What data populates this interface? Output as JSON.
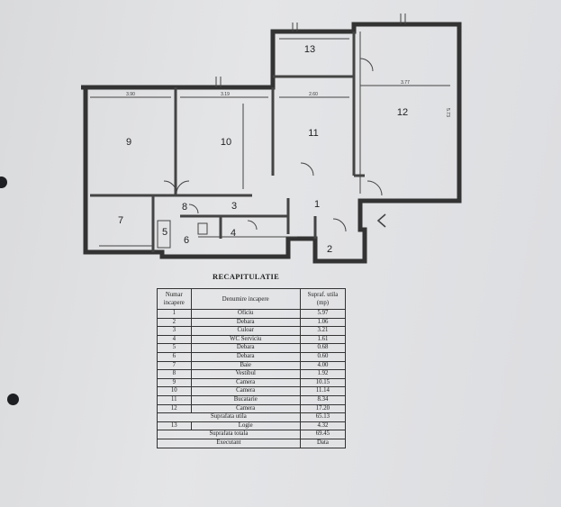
{
  "plan": {
    "rooms": [
      {
        "id": "room-1",
        "label": "1"
      },
      {
        "id": "room-2",
        "label": "2"
      },
      {
        "id": "room-3",
        "label": "3"
      },
      {
        "id": "room-4",
        "label": "4"
      },
      {
        "id": "room-5",
        "label": "5"
      },
      {
        "id": "room-6",
        "label": "6"
      },
      {
        "id": "room-7",
        "label": "7"
      },
      {
        "id": "room-8",
        "label": "8"
      },
      {
        "id": "room-9",
        "label": "9"
      },
      {
        "id": "room-10",
        "label": "10"
      },
      {
        "id": "room-11",
        "label": "11"
      },
      {
        "id": "room-12",
        "label": "12"
      },
      {
        "id": "room-13",
        "label": "13"
      }
    ],
    "dimensions": {
      "room9_width": "3.90",
      "room10_width": "3.19",
      "room11_width": "2.60",
      "room12_width": "3.77",
      "room12_height": "5.73"
    }
  },
  "recap": {
    "title": "RECAPITULATIE",
    "headers": {
      "nr": "Numar incapere",
      "name": "Denumire incapere",
      "area": "Supraf. utila (mp)"
    },
    "rows": [
      {
        "nr": "1",
        "name": "Oficiu",
        "area": "5.97"
      },
      {
        "nr": "2",
        "name": "Debara",
        "area": "1.06"
      },
      {
        "nr": "3",
        "name": "Culoar",
        "area": "3.21"
      },
      {
        "nr": "4",
        "name": "WC Serviciu",
        "area": "1.61"
      },
      {
        "nr": "5",
        "name": "Debara",
        "area": "0.68"
      },
      {
        "nr": "6",
        "name": "Debara",
        "area": "0.60"
      },
      {
        "nr": "7",
        "name": "Baie",
        "area": "4.00"
      },
      {
        "nr": "8",
        "name": "Vestibul",
        "area": "1.92"
      },
      {
        "nr": "9",
        "name": "Camera",
        "area": "10.15"
      },
      {
        "nr": "10",
        "name": "Camera",
        "area": "11.14"
      },
      {
        "nr": "11",
        "name": "Bucatarie",
        "area": "8.34"
      },
      {
        "nr": "12",
        "name": "Camera",
        "area": "17.20"
      }
    ],
    "util_label": "Suprafata utila",
    "util_value": "65.13",
    "logie": {
      "nr": "13",
      "name": "Logie",
      "area": "4.32"
    },
    "total_label": "Suprafata totala",
    "total_value": "69.45",
    "executant_label": "Executant",
    "data_label": "Data"
  }
}
